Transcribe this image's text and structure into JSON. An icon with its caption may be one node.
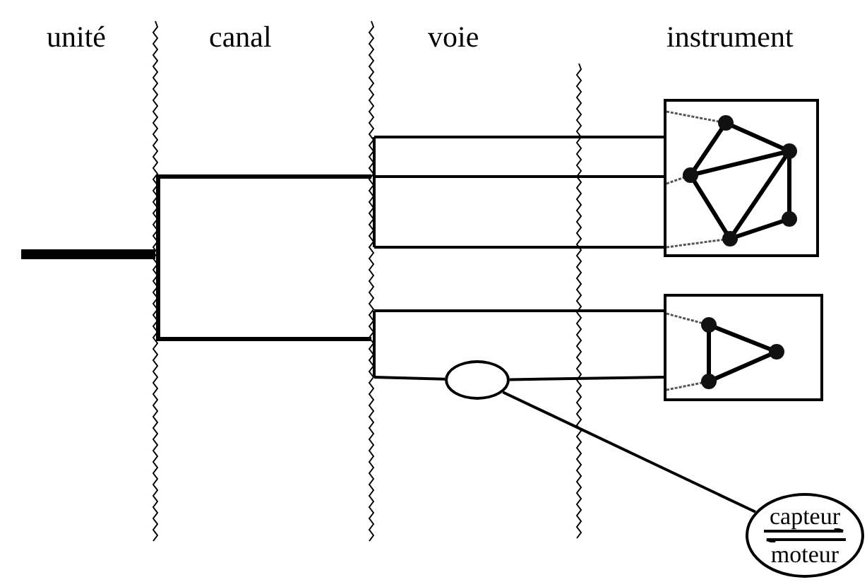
{
  "diagram": {
    "nodes": [
      {
        "text": [],
        "shape": "box"
      },
      {
        "text": [],
        "shape": "box"
      },
      {
        "text": [],
        "shape": "circle"
      },
      {
        "text": [
          "capteur",
          "moteur"
        ]
      }
    ],
    "edges": [
      {
        "from": null,
        "to": 0,
        "arrow": "none"
      },
      {
        "from": null,
        "to": 0,
        "arrow": "none"
      },
      {
        "from": null,
        "to": 0,
        "arrow": "none"
      },
      {
        "from": null,
        "to": 1,
        "arrow": "none"
      },
      {
        "from": null,
        "to": 2,
        "arrow": "none"
      },
      {
        "from": 2,
        "to": 1,
        "arrow": "none"
      },
      {
        "from": 2,
        "to": 3,
        "arrow": "none"
      }
    ],
    "labels": [
      "unité",
      "canal",
      "voie",
      "instrument"
    ]
  }
}
